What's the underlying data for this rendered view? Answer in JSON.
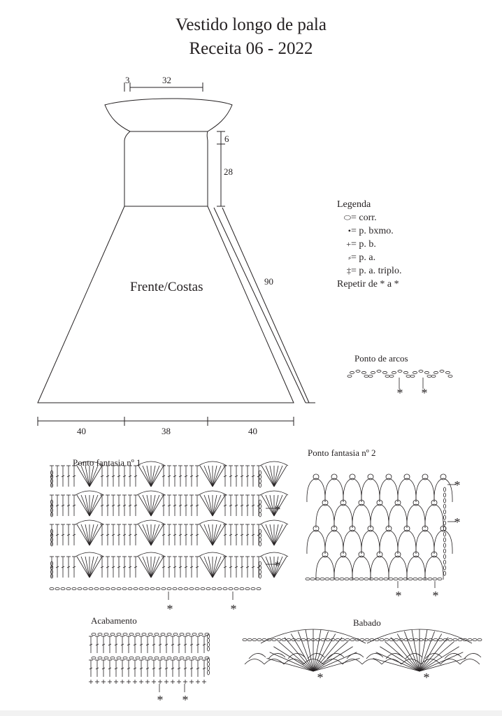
{
  "title": {
    "line1": "Vestido longo de pala",
    "line2": "Receita  06 - 2022"
  },
  "garment": {
    "label": "Frente/Costas",
    "measurements": {
      "shoulder": "3",
      "neck": "32",
      "armhole": "6",
      "bodice": "28",
      "skirt_length": "90",
      "hem_left": "40",
      "hem_center": "38",
      "hem_right": "40"
    }
  },
  "legend": {
    "title": "Legenda",
    "items": [
      {
        "symbol": "chain-icon",
        "text": "= corr."
      },
      {
        "symbol": "slip-stitch-icon",
        "text": "= p. bxmo."
      },
      {
        "symbol": "single-crochet-icon",
        "text": "= p. b."
      },
      {
        "symbol": "double-crochet-icon",
        "text": "= p. a."
      },
      {
        "symbol": "triple-crochet-icon",
        "text": "= p. a. triplo."
      }
    ],
    "repeat": "Repetir de * a *"
  },
  "charts": {
    "arcos": "Ponto de arcos",
    "fantasia1": "Ponto fantasia nº 1",
    "fantasia2": "Ponto fantasia nº 2",
    "acabamento": "Acabamento",
    "babado": "Babado",
    "repeat_mark": "*"
  },
  "colors": {
    "ink": "#231f20",
    "background": "#ffffff"
  }
}
